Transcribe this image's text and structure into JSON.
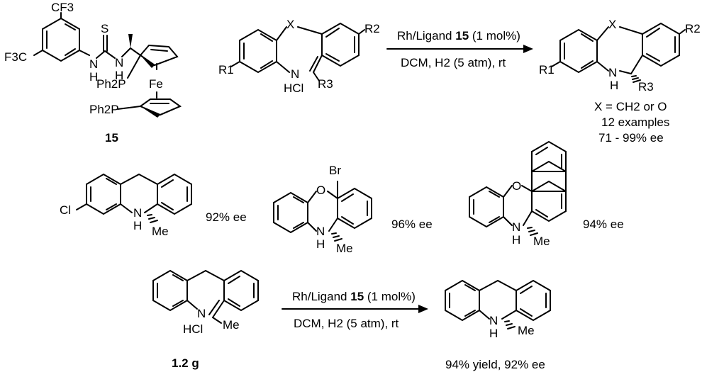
{
  "ligand": {
    "cf3_top": "CF3",
    "cf3_left": "F3C",
    "s": "S",
    "nh1": "N",
    "nh1_h": "H",
    "nh2": "N",
    "nh2_h": "H",
    "ph2p_1": "Ph2P",
    "fe": "Fe",
    "ph2p_2": "Ph2P",
    "number": "15"
  },
  "reaction1": {
    "sm_x": "X",
    "sm_r1": "R1",
    "sm_r2": "R2",
    "sm_r3": "R3",
    "sm_n": "N",
    "sm_hcl": "HCl",
    "conditions_top_pre": "Rh/Ligand ",
    "conditions_top_bold": "15",
    "conditions_top_post": " (1 mol%)",
    "conditions_bottom": "DCM, H2 (5 atm), rt",
    "prod_x": "X",
    "prod_r1": "R1",
    "prod_r2": "R2",
    "prod_r3": "R3",
    "prod_nh": "N",
    "prod_nh_h": "H",
    "scope_line1": "X = CH2 or O",
    "scope_line2": "12 examples",
    "scope_line3": "71 - 99% ee"
  },
  "examples": [
    {
      "cl": "Cl",
      "n": "N",
      "h": "H",
      "me": "Me",
      "ee": "92% ee"
    },
    {
      "br": "Br",
      "o": "O",
      "n": "N",
      "h": "H",
      "me": "Me",
      "ee": "96% ee"
    },
    {
      "o": "O",
      "n": "N",
      "h": "H",
      "me": "Me",
      "ee": "94% ee"
    }
  ],
  "reaction2": {
    "sm_n": "N",
    "sm_hcl": "HCl",
    "sm_me": "Me",
    "scale": "1.2 g",
    "conditions_top_pre": "Rh/Ligand ",
    "conditions_top_bold": "15",
    "conditions_top_post": " (1 mol%)",
    "conditions_bottom": "DCM, H2 (5 atm), rt",
    "prod_n": "N",
    "prod_h": "H",
    "prod_me": "Me",
    "result": "94% yield, 92% ee"
  }
}
